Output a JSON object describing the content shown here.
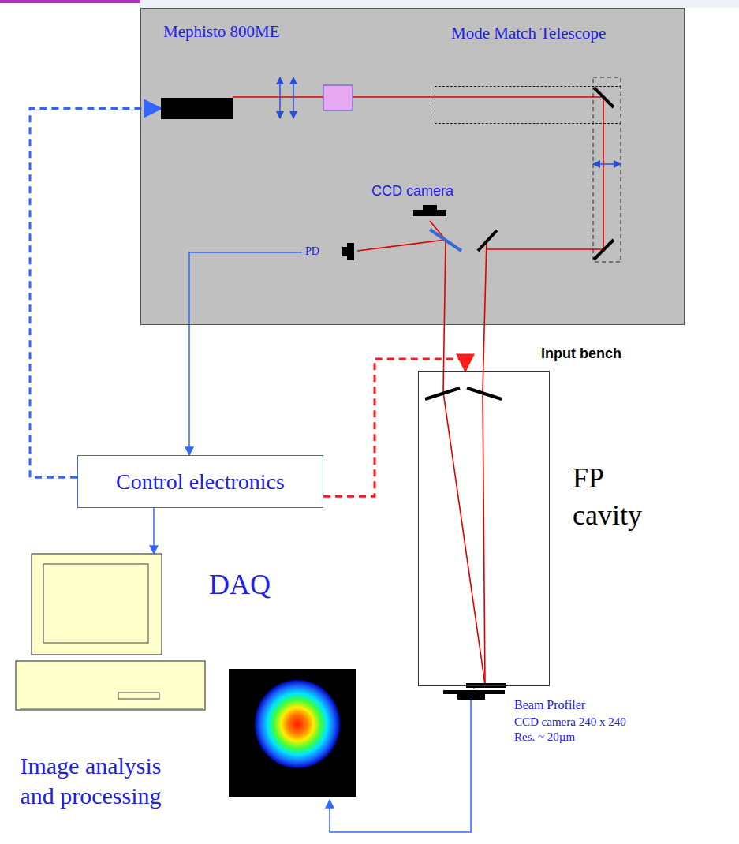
{
  "diagram": {
    "nodes": [
      {
        "text": [
          "Input bench"
        ]
      },
      {
        "text": [
          "Mephisto 800ME"
        ],
        "in": 0
      },
      {
        "text": [
          "Mode Match Telescope"
        ],
        "in": 0
      },
      {
        "text": [
          "PD"
        ],
        "in": 0
      },
      {
        "text": [
          "CCD camera"
        ],
        "in": 0
      },
      {
        "text": [
          "FP cavity"
        ]
      },
      {
        "text": [
          "Control electronics"
        ]
      },
      {
        "text": [
          "DAQ"
        ]
      },
      {
        "text": [
          "Beam Profiler",
          "CCD camera 240 x 240 Res. ~ 20µm"
        ]
      }
    ],
    "edges": [
      {
        "from": 6,
        "to": 1,
        "arrow": "to"
      },
      {
        "from": 3,
        "to": 6,
        "arrow": "to"
      },
      {
        "from": 6,
        "to": 5,
        "arrow": "to"
      },
      {
        "from": 6,
        "to": 7,
        "arrow": "to"
      }
    ],
    "labels": [
      "Image analysis and processing"
    ]
  }
}
